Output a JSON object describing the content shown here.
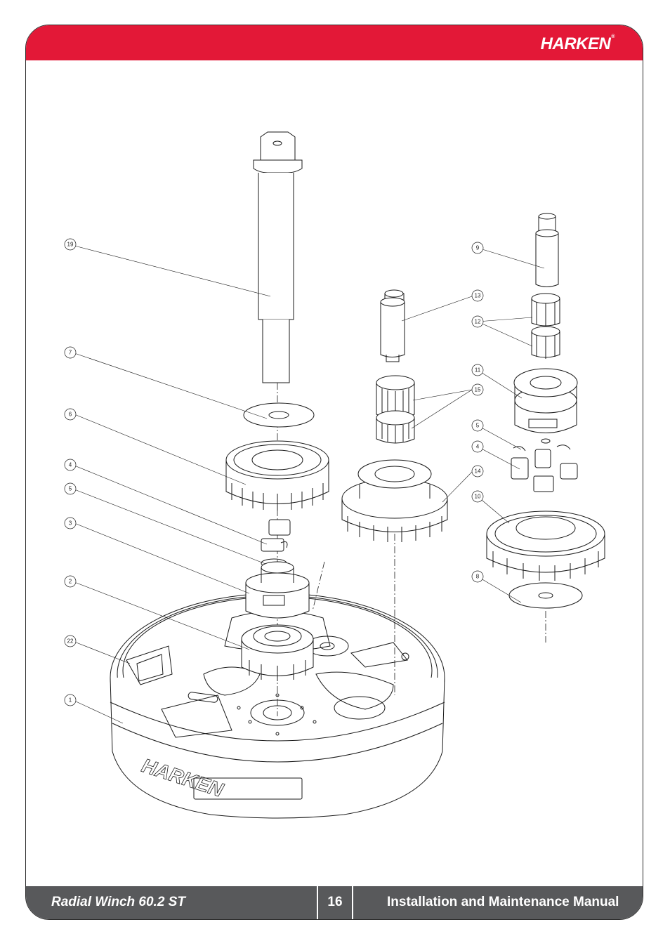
{
  "header": {
    "brand": "HARKEN"
  },
  "footer": {
    "product_title": "Radial Winch 60.2 ST",
    "page_number": "16",
    "manual_title": "Installation and Maintenance Manual"
  },
  "diagram": {
    "base_lettering": "HARKEN",
    "callouts": [
      "19",
      "7",
      "6",
      "4",
      "5",
      "3",
      "2",
      "22",
      "1",
      "13",
      "15",
      "14",
      "9",
      "12",
      "11",
      "5",
      "4",
      "10",
      "8"
    ]
  },
  "colors": {
    "header_red": "#e31837",
    "footer_gray": "#58595b",
    "line": "#1a1a1a"
  }
}
